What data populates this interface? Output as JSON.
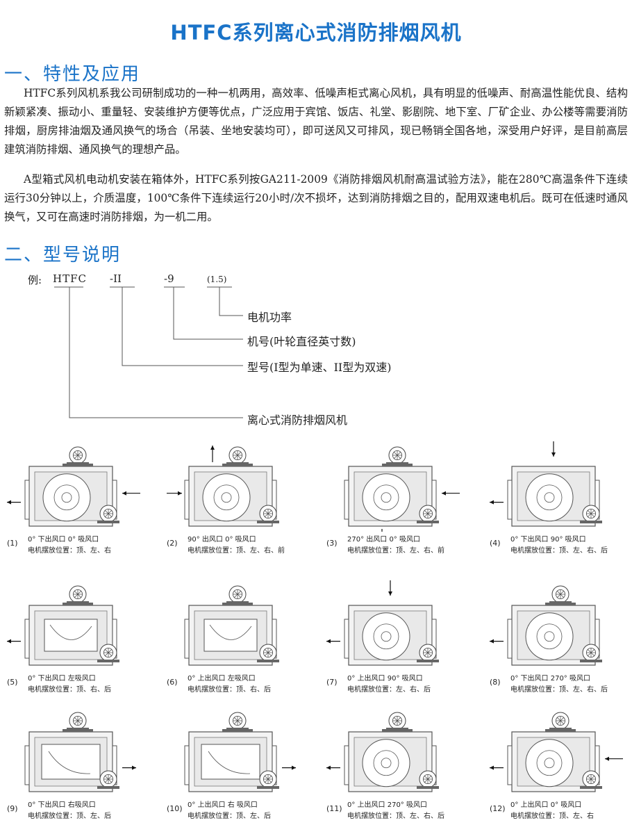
{
  "title": "HTFC系列离心式消防排烟风机",
  "section1": {
    "heading": "一、特性及应用",
    "para1": "HTFC系列风机系我公司研制成功的一种一机两用，高效率、低噪声柜式离心风机，具有明显的低噪声、耐高温性能优良、结构新颖紧凑、振动小、重量轻、安装维护方便等优点，广泛应用于宾馆、饭店、礼堂、影剧院、地下室、厂矿企业、办公楼等需要消防排烟，厨房排油烟及通风换气的场合（吊装、坐地安装均可），即可送风又可排风，现已畅销全国各地，深受用户好评，是目前高层建筑消防排烟、通风换气的理想产品。",
    "para2": "A型箱式风机电动机安装在箱体外，HTFC系列按GA211-2009《消防排烟风机耐高温试验方法》，能在280℃高温条件下连续运行30分钟以上，介质温度，100℃条件下连续运行20小时/次不损坏，达到消防排烟之目的，配用双速电机后。既可在低速时通风换气，又可在高速时消防排烟，为一机二用。"
  },
  "section2": {
    "heading": "二、型号说明",
    "example_prefix": "例:",
    "code_htfc": "HTFC",
    "code_type": "-II",
    "code_size": "-9",
    "code_power": "(1.5)",
    "label_power": "电机功率",
    "label_size": "机号(叶轮直径英寸数)",
    "label_type": "型号(I型为单速、II型为双速)",
    "label_series": "离心式消防排烟风机"
  },
  "configs": [
    {
      "num": "(1)",
      "line1": "0°  下出风口  0°  吸风口",
      "line2": "电机摆放位置：顶、左、右"
    },
    {
      "num": "(2)",
      "line1": "90°  出风口    0°  吸风口",
      "line2": "电机摆放位置：顶、左、右、前"
    },
    {
      "num": "(3)",
      "line1": "270°  出风口  0°  吸风口",
      "line2": "电机摆放位置：顶、左、右、前"
    },
    {
      "num": "(4)",
      "line1": "0°  下出风口  90°  吸风口",
      "line2": "电机摆放位置：顶、左、右、后"
    },
    {
      "num": "(5)",
      "line1": "0°  下出风口  左吸风口",
      "line2": "电机摆放位置：顶、右、后"
    },
    {
      "num": "(6)",
      "line1": "0°  上出风口  左吸风口",
      "line2": "电机摆放位置：顶、右、后"
    },
    {
      "num": "(7)",
      "line1": "0°  上出风口  90°  吸风口",
      "line2": "电机摆放位置：左、右、后"
    },
    {
      "num": "(8)",
      "line1": "0°  下出风口  270°  吸风口",
      "line2": "电机摆放位置：顶、左、右、后"
    },
    {
      "num": "(9)",
      "line1": "0°  下出风口  右吸风口",
      "line2": "电机摆放位置：顶、左、后"
    },
    {
      "num": "(10)",
      "line1": "0°  上出风口  右  吸风口",
      "line2": "电机摆放位置：顶、左、后"
    },
    {
      "num": "(11)",
      "line1": "0°  上出风口  270°  吸风口",
      "line2": "电机摆放位置：顶、左、右、后"
    },
    {
      "num": "(12)",
      "line1": "0°  上出风口  0°  吸风口",
      "line2": "电机摆放位置：顶、左、右"
    }
  ]
}
